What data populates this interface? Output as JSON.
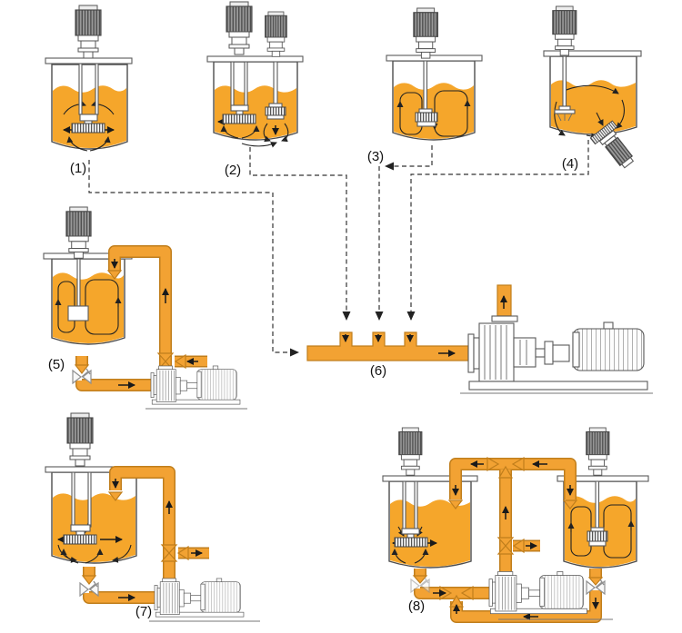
{
  "diagram": {
    "title_note": "mixing-equipment-configuration-diagram",
    "labels": {
      "l1": "(1)",
      "l2": "(2)",
      "l3": "(3)",
      "l4": "(4)",
      "l5": "(5)",
      "l6": "(6)",
      "l7": "(7)",
      "l8": "(8)"
    },
    "colors": {
      "liquid": "#F5A62B",
      "pipe": "#F2A233",
      "pipe_border": "#C07E1C",
      "outline": "#4D4D4D",
      "dashed_line": "#333333",
      "flow_arrow": "#1A1A1A"
    }
  }
}
